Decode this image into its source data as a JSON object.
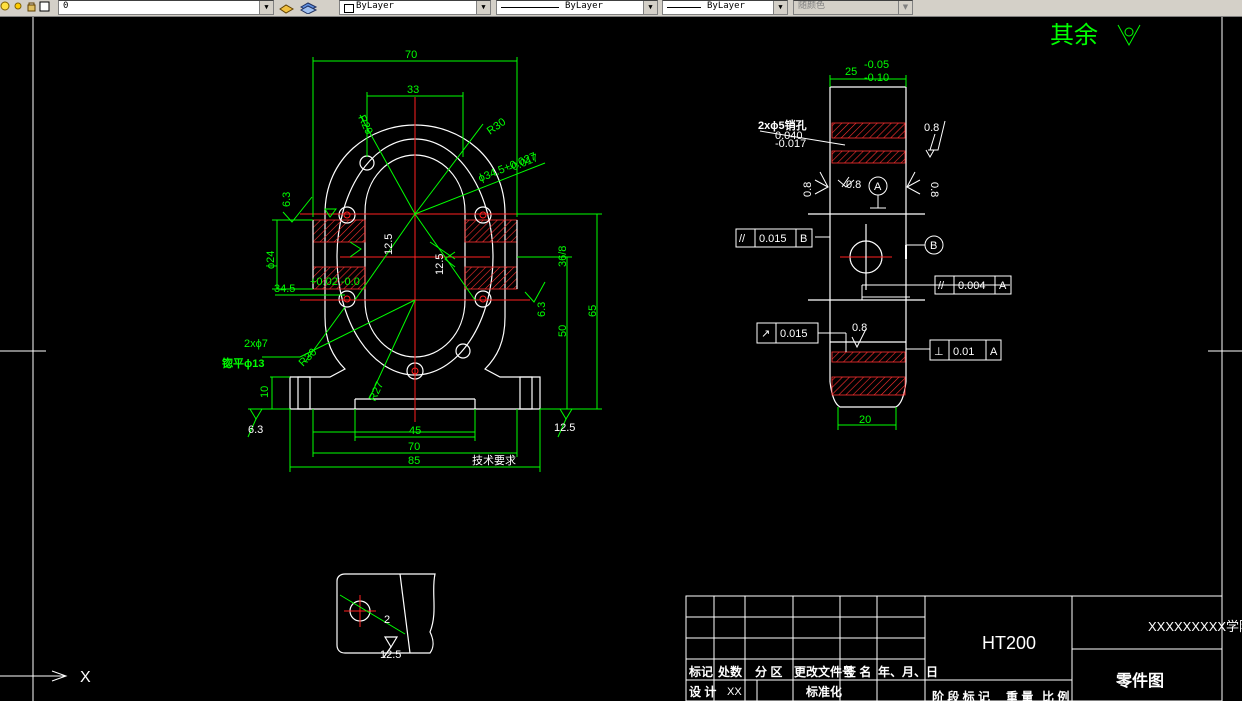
{
  "toolbar": {
    "layer": "0",
    "color": "ByLayer",
    "linetype": "ByLayer",
    "lineweight": "ByLayer",
    "plotstyle": "随颜色"
  },
  "surface_note": "其余",
  "front_view": {
    "dim_width_top": "70",
    "dim_width_inner": "33",
    "dim_r30_top": "R30",
    "dim_r_left": "R29",
    "dim_bore": "ϕ34.5+0.027",
    "dim_bore_tol": "-0.017",
    "dim_dia24": "ϕ24",
    "dim_34_5": "34.5",
    "dim_tol_pair": "+0.02 -0.0",
    "dim_6_3_left": "6.3",
    "dim_12_5_left": "12.5",
    "dim_12_5_center": "12.5",
    "dim_36": "36/8",
    "dim_6_3_right": "6.3",
    "dim_50": "50",
    "dim_65": "65",
    "dim_holes": "2xϕ7",
    "dim_counterbore": "锪平ϕ13",
    "dim_r30_bottom": "R30",
    "dim_10": "10",
    "dim_r27": "R27",
    "dim_45": "45",
    "dim_70_bottom": "70",
    "dim_85": "85",
    "rough_left": "6.3",
    "rough_right": "12.5",
    "tiny_note": "技术要求"
  },
  "side_view": {
    "dim_25": "25",
    "dim_25_tol_upper": "-0.05",
    "dim_25_tol_lower": "-0.10",
    "holes_note": "2xϕ5销孔",
    "holes_tol_upper": "0.040",
    "holes_tol_lower": "-0.017",
    "rough_top": "0.8",
    "rough_left": "0.8",
    "rough_mid": "0.8",
    "rough_right": "0.8",
    "rough_bottom": "0.8",
    "datum_a": "A",
    "datum_b": "B",
    "fcf1_sym": "//",
    "fcf1_val": "0.015",
    "fcf1_ref": "B",
    "fcf2_sym": "//",
    "fcf2_val": "0.004",
    "fcf2_ref": "A",
    "fcf3_sym": "↗",
    "fcf3_val": "0.015",
    "fcf4_sym": "⊥",
    "fcf4_val": "0.01",
    "fcf4_ref": "A",
    "dim_20": "20"
  },
  "detail_view": {
    "dim_2": "2",
    "rough": "12.5"
  },
  "title_block": {
    "material": "HT200",
    "school": "XXXXXXXXX学院",
    "drawing_type": "零件图",
    "col_mark": "标记",
    "col_count": "处数",
    "col_zone": "分 区",
    "col_doc": "更改文件号",
    "col_sign": "签 名",
    "col_date": "年、月、日",
    "row_design": "设 计",
    "designer": "XX",
    "standardize": "标准化",
    "stage_mark": "阶 段 标 记",
    "weight": "重 量",
    "scale": "比 例"
  },
  "ucs_axis": "X",
  "colors": {
    "dimension": "#00ff00",
    "object": "#ffffff",
    "center": "#ff2020",
    "background": "#000000"
  }
}
